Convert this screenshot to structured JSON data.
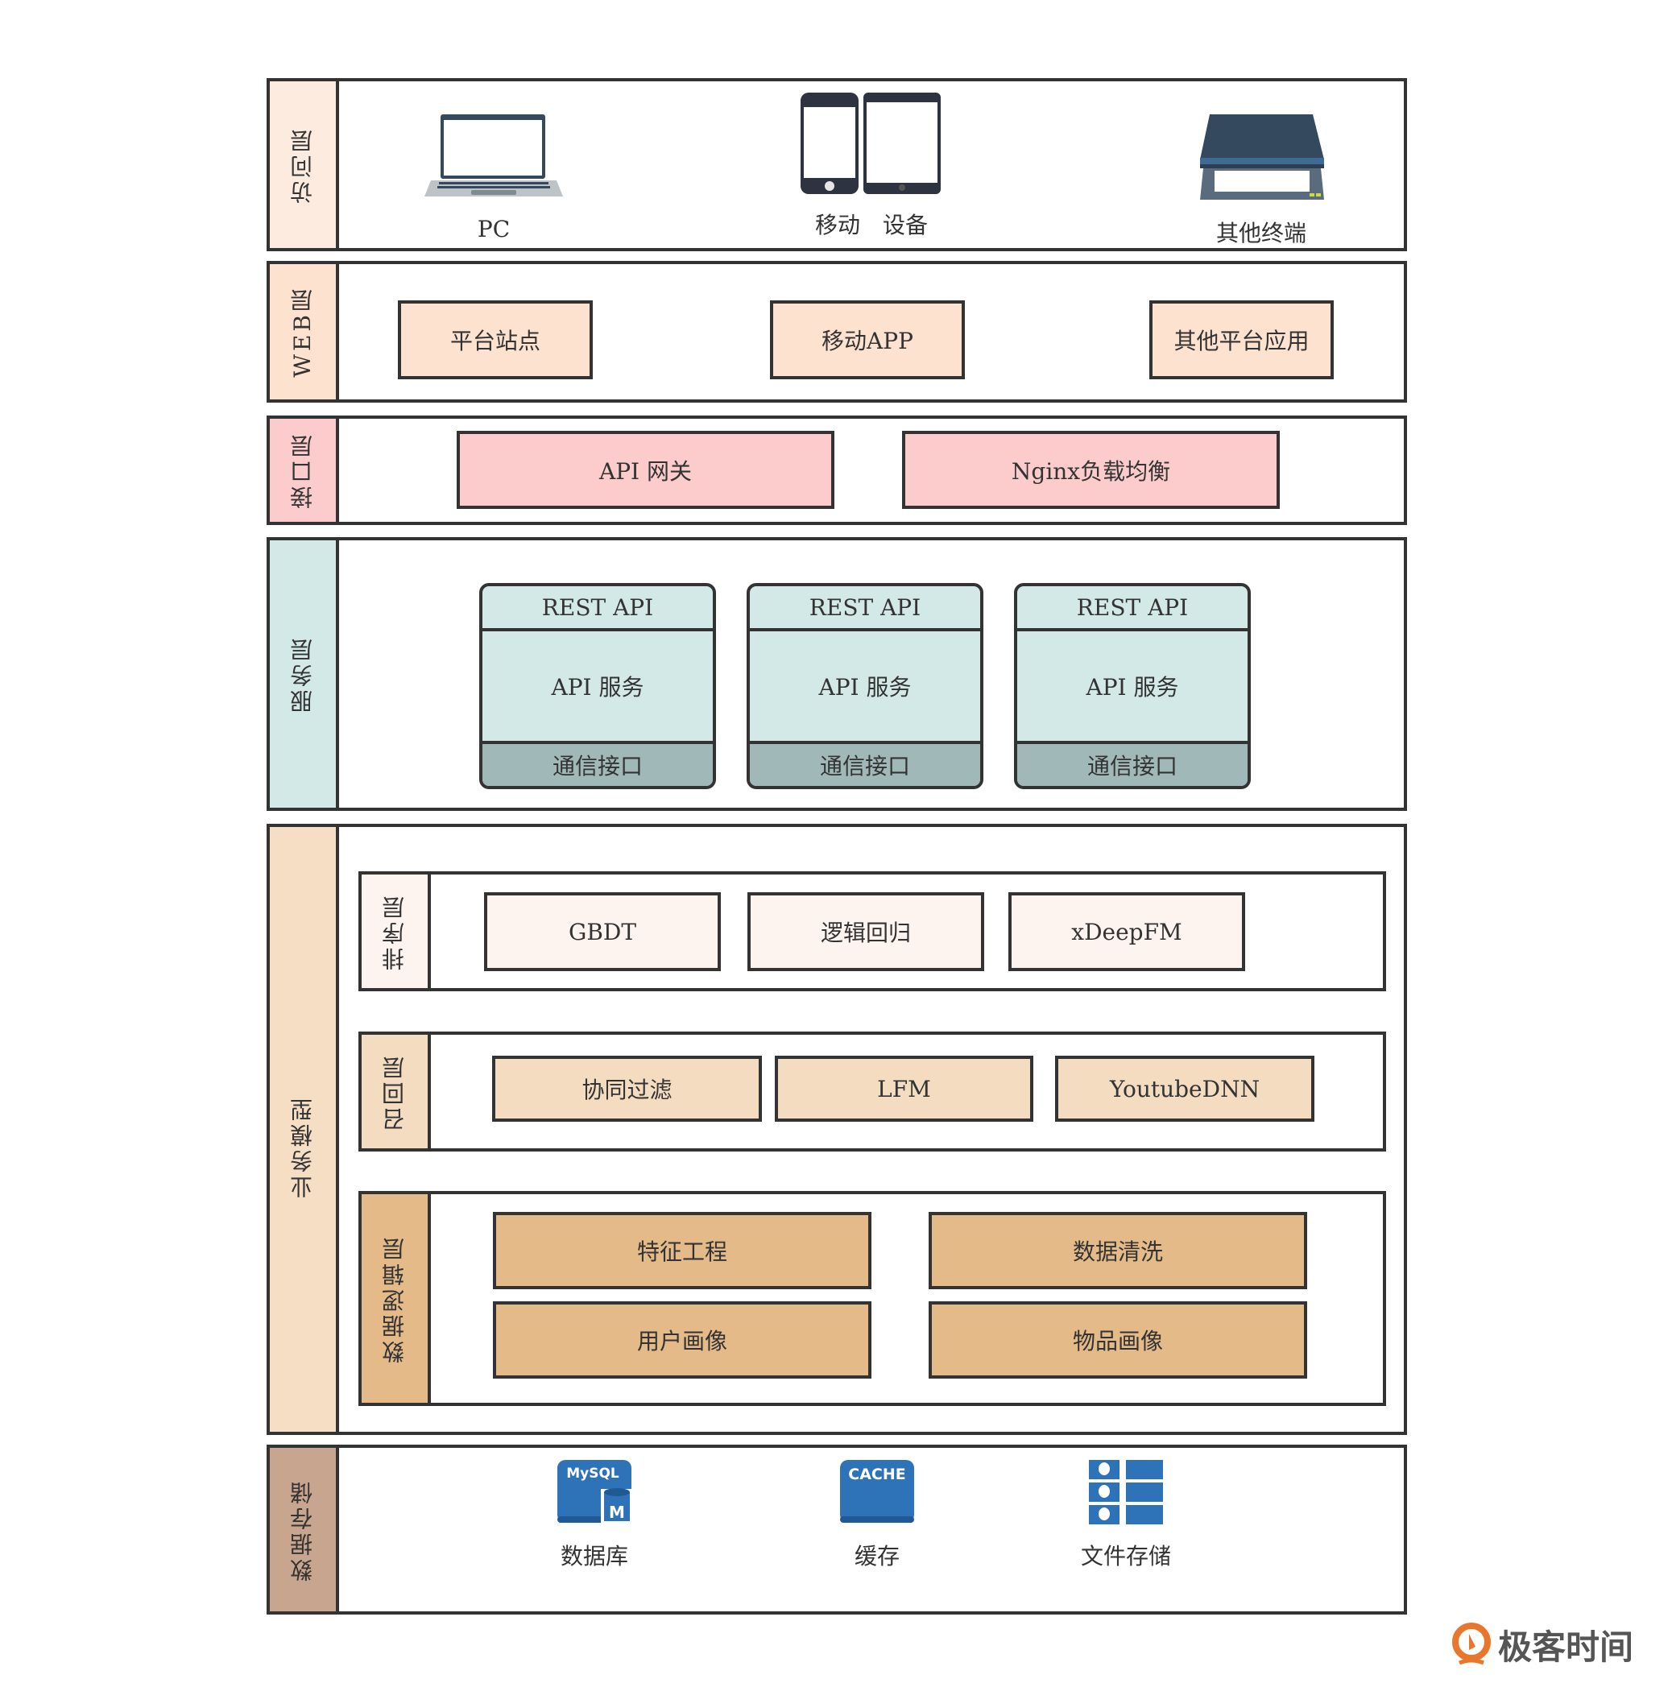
{
  "layers": {
    "access": {
      "label": "访问层",
      "color": "#fdebe0",
      "items": [
        {
          "icon": "laptop-icon",
          "label": "PC"
        },
        {
          "icon": "mobile-devices-icon",
          "label": "移动　设备"
        },
        {
          "icon": "scanner-terminal-icon",
          "label": "其他终端"
        }
      ]
    },
    "web": {
      "label": "WEB层",
      "color": "#fde2cf",
      "items": [
        "平台站点",
        "移动APP",
        "其他平台应用"
      ]
    },
    "interface": {
      "label": "接口层",
      "color": "#fccbcb",
      "items": [
        "API 网关",
        "Nginx负载均衡"
      ]
    },
    "service": {
      "label": "服务层",
      "color": "#d2e9e8",
      "modules": [
        {
          "top": "REST API",
          "middle": "API 服务",
          "bottom": "通信接口"
        },
        {
          "top": "REST API",
          "middle": "API 服务",
          "bottom": "通信接口"
        },
        {
          "top": "REST API",
          "middle": "API 服务",
          "bottom": "通信接口"
        }
      ]
    },
    "business": {
      "label": "业务模型",
      "color": "#f5dec4",
      "ranking": {
        "label": "排序层",
        "color": "#fdf3ef",
        "items": [
          "GBDT",
          "逻辑回归",
          "xDeepFM"
        ]
      },
      "recall": {
        "label": "召回层",
        "color": "#f3dcc0",
        "items": [
          "协同过滤",
          "LFM",
          "YoutubeDNN"
        ]
      },
      "data_logic": {
        "label": "数据逻辑层",
        "color": "#e4bb88",
        "items": [
          "特征工程",
          "数据清洗",
          "用户画像",
          "物品画像"
        ]
      }
    },
    "storage": {
      "label": "数据存储",
      "color": "#c8a58e",
      "items": [
        {
          "icon": "mysql-database-icon",
          "icon_text": "MySQL",
          "icon_sub": "M",
          "label": "数据库"
        },
        {
          "icon": "cache-icon",
          "icon_text": "CACHE",
          "label": "缓存"
        },
        {
          "icon": "file-storage-icon",
          "label": "文件存储"
        }
      ]
    }
  },
  "icon_color": "#2e72b8",
  "brand": {
    "name": "极客时间",
    "accent": "#e8762d"
  }
}
